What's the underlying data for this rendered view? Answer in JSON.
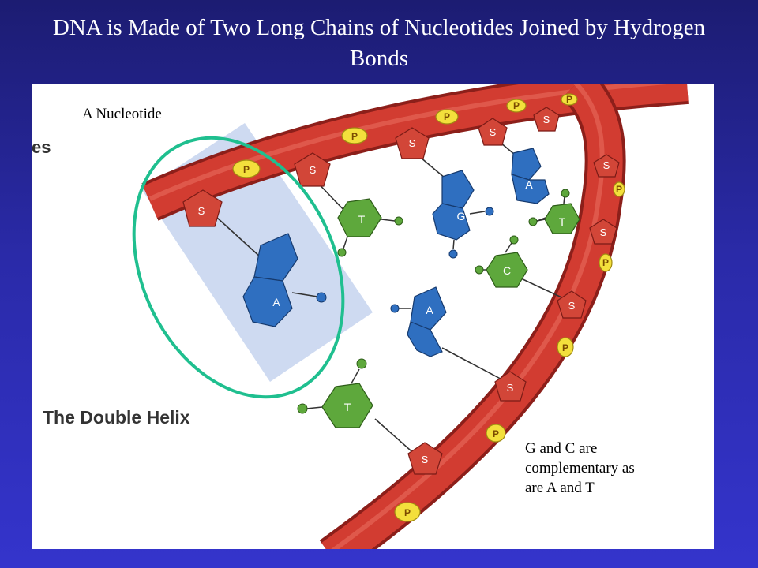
{
  "slide": {
    "title": "DNA is Made of Two Long Chains of Nucleotides Joined by Hydrogen Bonds"
  },
  "annotations": {
    "nucleotide_label": "A Nucleotide",
    "complementary_note": "G and C are\ncomplementary as\nare A and T"
  },
  "book_text": {
    "partial_heading": "es",
    "subheading": "The Double Helix"
  },
  "molecule_labels": {
    "sugar": "S",
    "phosphate": "P",
    "adenine": "A",
    "guanine": "G",
    "thymine": "T",
    "cytosine": "C"
  },
  "colors": {
    "strand_red": "#c9382e",
    "sugar_red": "#d24638",
    "phosphate_yellow": "#f3df3c",
    "purine_blue": "#2f6fc0",
    "pyrimidine_green": "#5ea83c",
    "highlight_ring": "#1fbf8f",
    "highlight_box": "#c6d3ee"
  }
}
